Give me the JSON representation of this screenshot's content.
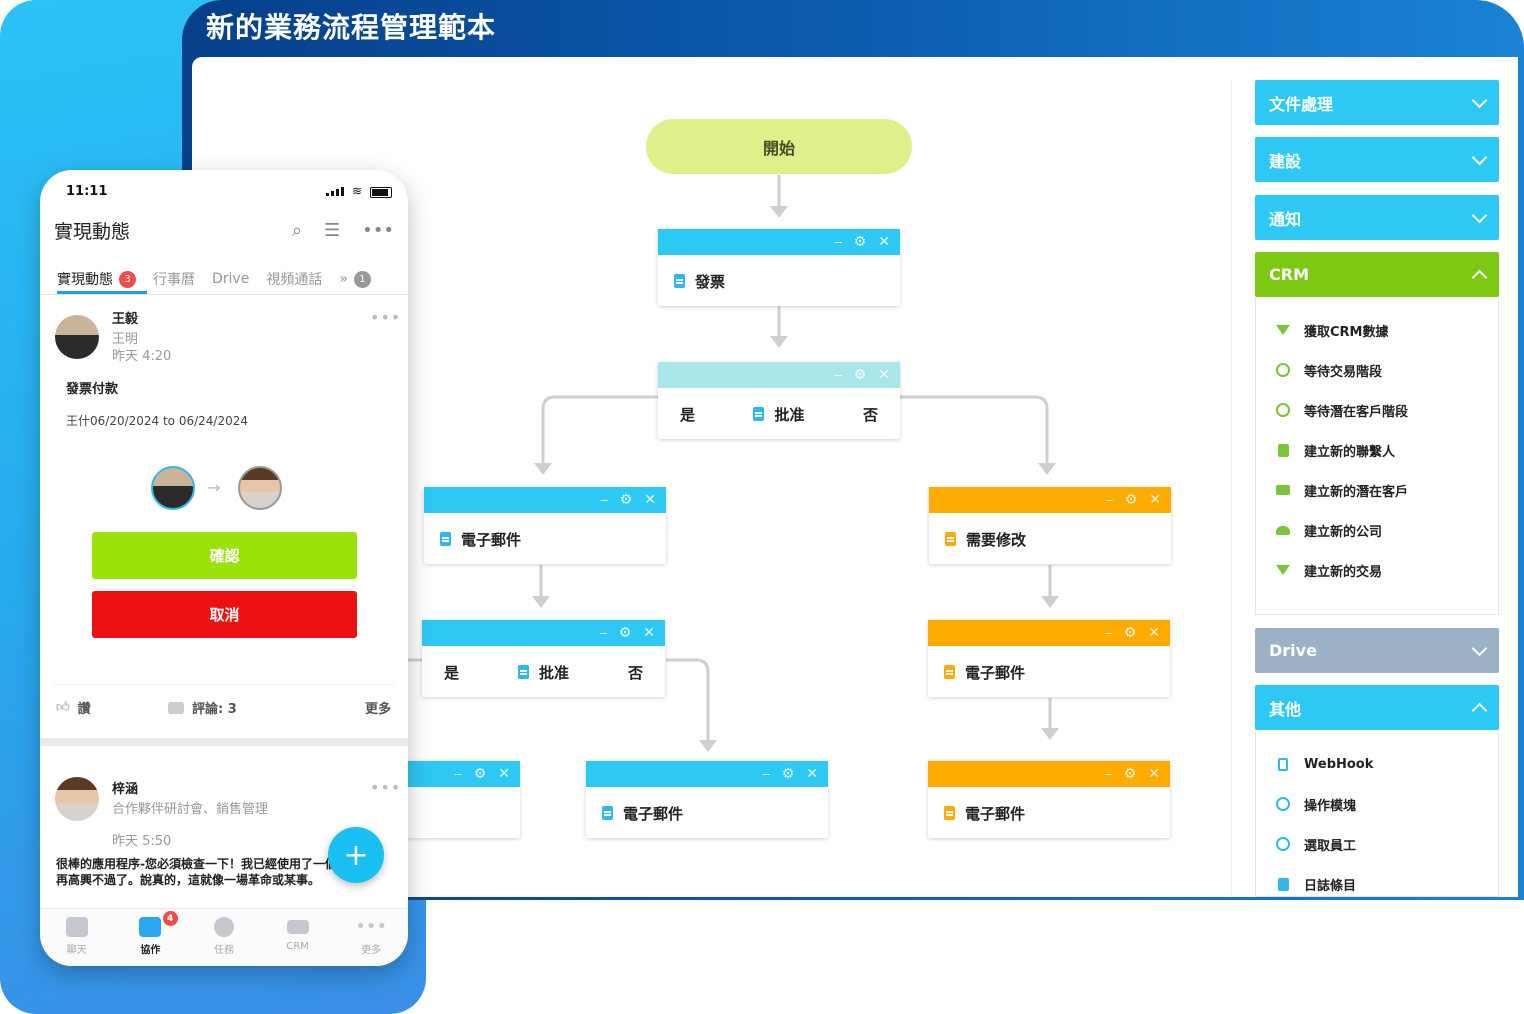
{
  "title": "新的業務流程管理範本",
  "flow": {
    "start": "開始",
    "invoice": "發票",
    "decision1": {
      "yes": "是",
      "label": "批准",
      "no": "否"
    },
    "email_left": "電子郵件",
    "decision2": {
      "yes": "是",
      "label": "批准",
      "no": "否"
    },
    "email_mid": "電子郵件",
    "needs_edit": "需要修改",
    "email_right1": "電子郵件",
    "email_right2": "電子郵件",
    "controls": {
      "minimize": "⎯",
      "settings": "⚙",
      "close": "✕"
    }
  },
  "panel": {
    "doc_processing": "文件處理",
    "construction": "建設",
    "notify": "通知",
    "crm": "CRM",
    "crm_items": [
      "獲取CRM數據",
      "等待交易階段",
      "等待潛在客戶階段",
      "建立新的聯繫人",
      "建立新的潛在客戶",
      "建立新的公司",
      "建立新的交易"
    ],
    "drive": "Drive",
    "other": "其他",
    "other_items": [
      "WebHook",
      "操作模塊",
      "選取員工",
      "日誌條目"
    ]
  },
  "phone": {
    "time": "11:11",
    "header_title": "實現動態",
    "tabs": [
      {
        "label": "實現動態",
        "badge": "3"
      },
      {
        "label": "行事曆"
      },
      {
        "label": "Drive"
      },
      {
        "label": "視頻通話"
      }
    ],
    "more_tabs": "»",
    "more_badge": "1",
    "post1": {
      "name": "王毅",
      "sub": "王明",
      "time": "昨天 4:20",
      "title": "發票付款",
      "date_range": "王什06/20/2024 to 06/24/2024",
      "confirm": "確認",
      "cancel": "取消",
      "like": "讚",
      "comments": "評論: 3",
      "more": "更多"
    },
    "post2": {
      "name": "梓涵",
      "sub": "合作夥伴研討會、銷售管理",
      "time": "昨天 5:50",
      "message": "很棒的應用程序-您必須檢查一下！我已經使用了一個星期了，再高興不過了。說真的，這就像一場革命或某事。"
    },
    "bottom_tabs": [
      {
        "label": "聊天"
      },
      {
        "label": "協作",
        "badge": "4"
      },
      {
        "label": "任務"
      },
      {
        "label": "CRM"
      },
      {
        "label": "更多"
      }
    ],
    "fab": "+"
  },
  "colors": {
    "blue": "#2ec8f5",
    "orange": "#ffab00",
    "green": "#7cc43a",
    "confirm": "#9ae20a",
    "cancel": "#ee1111"
  }
}
